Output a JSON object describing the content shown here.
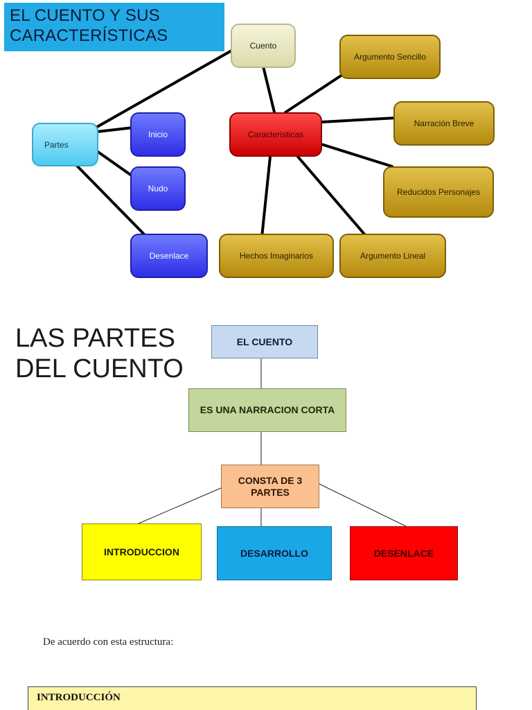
{
  "section1": {
    "title": "EL CUENTO Y SUS CARACTERÍSTICAS",
    "cuento": "Cuento",
    "partes": "Partes",
    "inicio": "Inicio",
    "nudo": "Nudo",
    "desenlace": "Desenlace",
    "caracteristicas": "Características",
    "argumento_sencillo": "Argumento Sencillo",
    "narracion_breve": "Narración Breve",
    "reducidos_personajes": "Reducidos Personajes",
    "hechos_imaginarios": "Hechos Imaginarios",
    "argumento_lineal": "Argumento Lineal"
  },
  "section2": {
    "title": "LAS PARTES DEL CUENTO",
    "el_cuento": "EL CUENTO",
    "narracion": "ES UNA NARRACION CORTA",
    "consta": "CONSTA DE 3 PARTES",
    "introduccion": "INTRODUCCION",
    "desarrollo": "DESARROLLO",
    "desenlace": "DESENLACE"
  },
  "section3": {
    "paragraph": "De acuerdo con esta estructura:",
    "box_heading": "INTRODUCCIÓN"
  },
  "colors": {
    "title_bar": "#22aae6",
    "partes": "#4fcbf0",
    "blue_nodes": "#2e2ee6",
    "caracteristicas": "#cc0000",
    "gold_nodes": "#b48a0e",
    "el_cuento_box": "#c6d9f1",
    "narracion_box": "#c3d69b",
    "consta_box": "#fac090",
    "introduccion_box": "#ffff00",
    "desarrollo_box": "#1aa7e8",
    "desenlace_box": "#ff0000"
  }
}
